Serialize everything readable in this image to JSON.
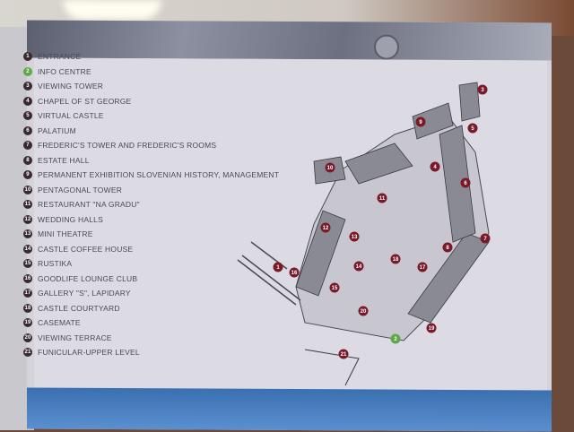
{
  "legend": [
    {
      "n": "1",
      "label": "ENTRANCE"
    },
    {
      "n": "2",
      "label": "INFO CENTRE"
    },
    {
      "n": "3",
      "label": "VIEWING TOWER"
    },
    {
      "n": "4",
      "label": "CHAPEL OF ST GEORGE"
    },
    {
      "n": "5",
      "label": "VIRTUAL CASTLE"
    },
    {
      "n": "6",
      "label": "PALATIUM"
    },
    {
      "n": "7",
      "label": "FREDERIC'S TOWER AND FREDERIC'S ROOMS"
    },
    {
      "n": "8",
      "label": "ESTATE HALL"
    },
    {
      "n": "9",
      "label": "PERMANENT EXHIBITION SLOVENIAN HISTORY, MANAGEMENT"
    },
    {
      "n": "10",
      "label": "PENTAGONAL TOWER"
    },
    {
      "n": "11",
      "label": "RESTAURANT \"NA GRADU\""
    },
    {
      "n": "12",
      "label": "WEDDING HALLS"
    },
    {
      "n": "13",
      "label": "MINI THEATRE"
    },
    {
      "n": "14",
      "label": "CASTLE COFFEE HOUSE"
    },
    {
      "n": "15",
      "label": "RUSTIKA"
    },
    {
      "n": "16",
      "label": "GOODLIFE LOUNGE CLUB"
    },
    {
      "n": "17",
      "label": "GALLERY \"S\", LAPIDARY"
    },
    {
      "n": "18",
      "label": "CASTLE COURTYARD"
    },
    {
      "n": "19",
      "label": "CASEMATE"
    },
    {
      "n": "20",
      "label": "VIEWING TERRACE"
    },
    {
      "n": "21",
      "label": "FUNICULAR-UPPER LEVEL"
    }
  ],
  "colors": {
    "marker": "#3a2a30",
    "info_marker": "#5fa84a",
    "map_marker": "#7a1a28"
  }
}
